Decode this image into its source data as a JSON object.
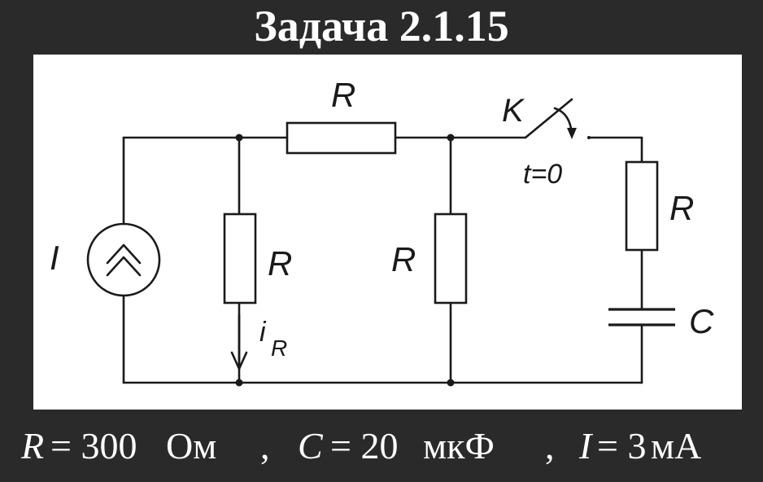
{
  "title": "Задача 2.1.15",
  "circuit": {
    "labels": {
      "source": "I",
      "r_top": "R",
      "r_left": "R",
      "i_r": "i",
      "i_r_sub": "R",
      "r_mid": "R",
      "switch": "K",
      "switch_time": "t=0",
      "r_right": "R",
      "capacitor": "C"
    }
  },
  "params": {
    "r_sym": "R",
    "r_eq": "= 300",
    "r_unit": "Ом",
    "sep1": ",",
    "c_sym": "C",
    "c_eq": "= 20",
    "c_unit": "мкФ",
    "sep2": ",",
    "i_sym": "I",
    "i_eq": "= 3",
    "i_unit": "мА"
  }
}
